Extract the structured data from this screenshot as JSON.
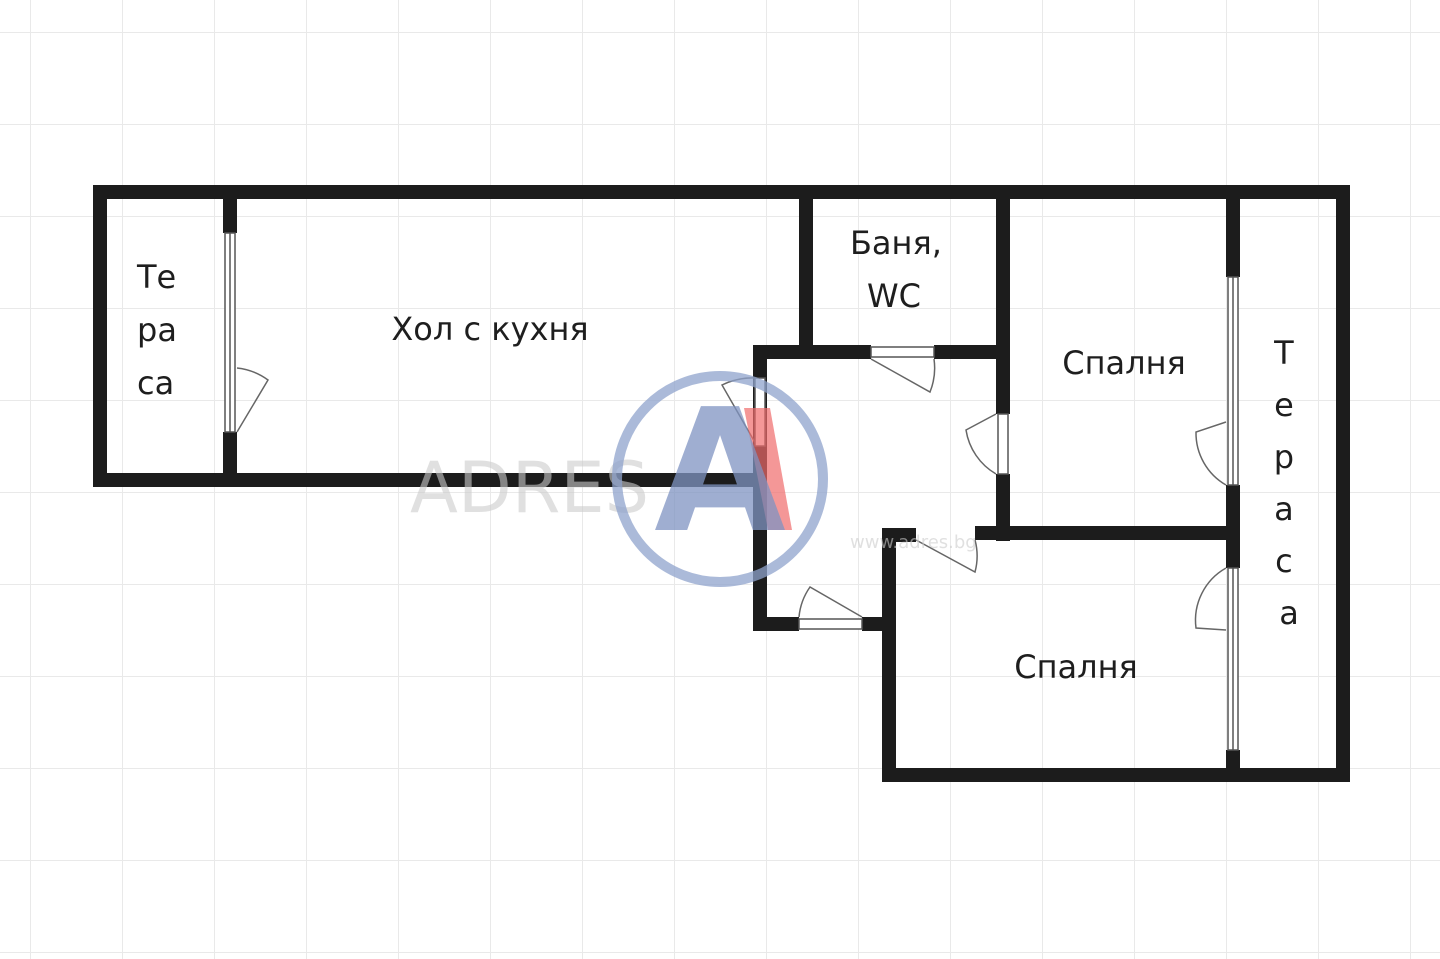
{
  "rooms": {
    "terrace_left": [
      "Те",
      "ра",
      "са"
    ],
    "living_kitchen": "Хол с кухня",
    "bathroom": [
      "Баня,",
      "WC"
    ],
    "bedroom_top": "Спалня",
    "bedroom_bottom": "Спалня",
    "terrace_right": [
      "Т",
      "е",
      "р",
      "а",
      "с",
      "а"
    ]
  },
  "watermark": {
    "letter": "A",
    "brand_text": "ADRES",
    "site_text": "www.adres.bg",
    "ring_color": "#8fa3cc",
    "letter_color": "#7f94c2",
    "accent_color": "#f06b6b"
  },
  "colors": {
    "wall": "#1c1c1c",
    "grid": "#e9e9e9",
    "background": "#ffffff"
  }
}
